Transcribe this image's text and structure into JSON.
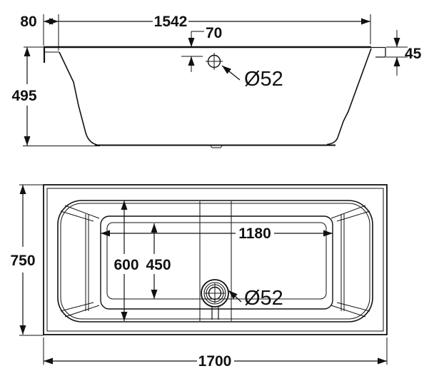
{
  "side_view": {
    "dim_lip_offset": "80",
    "dim_top_length": "1542",
    "dim_drain_offset": "70",
    "dim_edge_step": "45",
    "dim_height": "495",
    "drain_diameter": "Ø52"
  },
  "plan_view": {
    "dim_overall_width": "750",
    "dim_overall_length": "1700",
    "dim_floor_length": "1180",
    "dim_inner_width": "600",
    "dim_floor_width": "450",
    "drain_diameter": "Ø52"
  },
  "colors": {
    "line": "#111111",
    "background": "#ffffff"
  }
}
